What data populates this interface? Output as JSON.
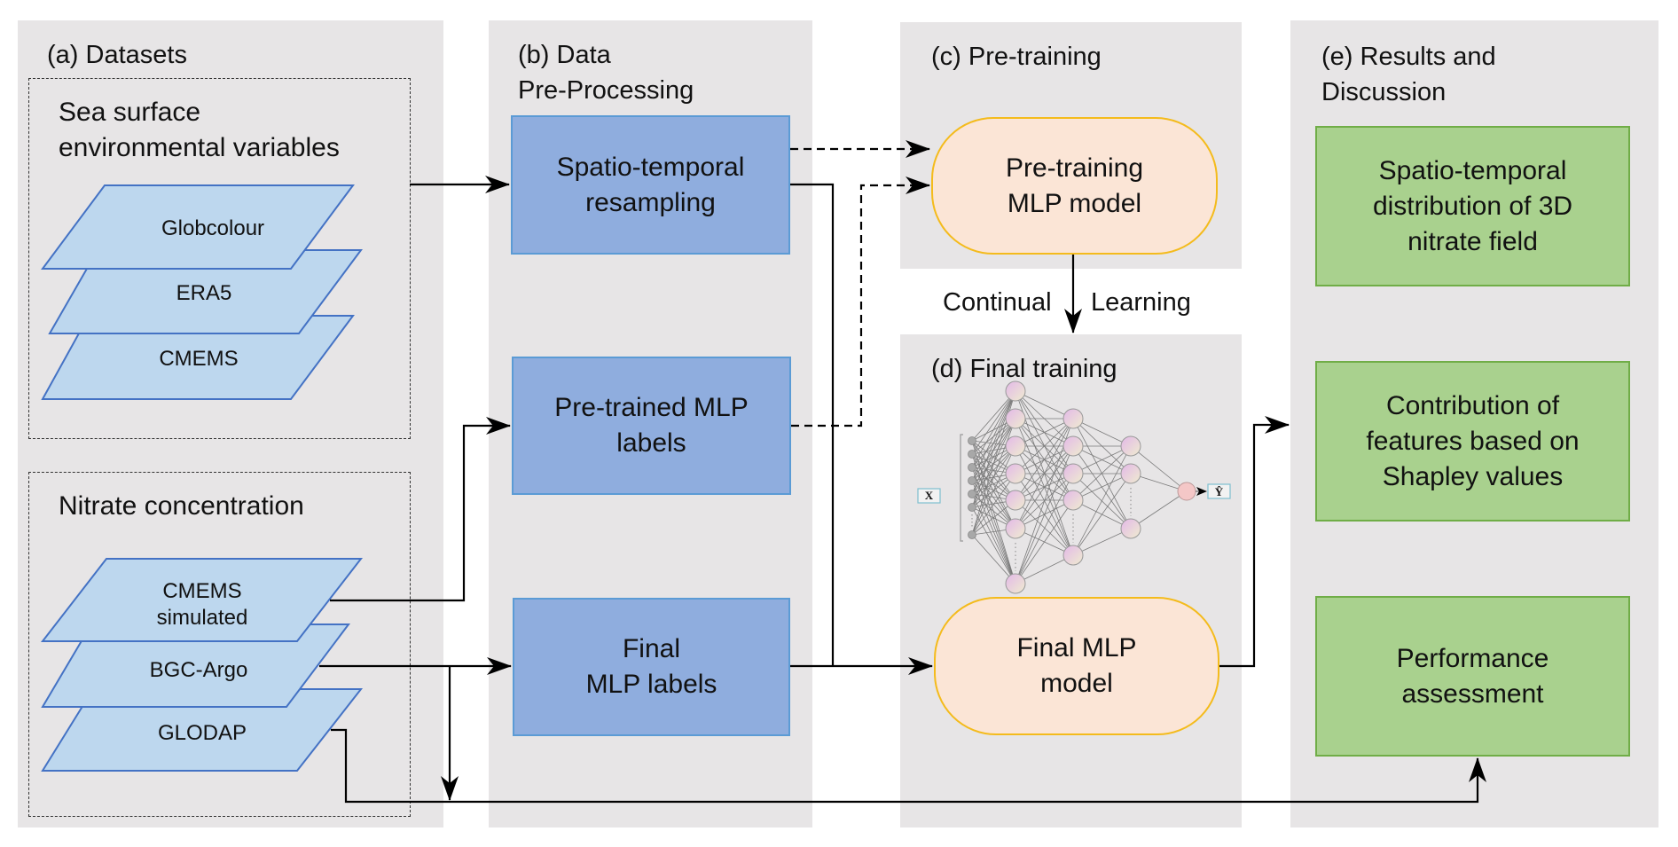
{
  "panels": {
    "a": {
      "title": "(a) Datasets",
      "groups": [
        {
          "title": "Sea surface\nenvironmental variables",
          "layers": [
            "Globcolour",
            "ERA5",
            "CMEMS"
          ]
        },
        {
          "title": "Nitrate concentration",
          "layers": [
            "CMEMS\nsimulated",
            "BGC-Argo",
            "GLODAP"
          ]
        }
      ]
    },
    "b": {
      "title": "(b) Data\nPre-Processing",
      "boxes": [
        "Spatio-temporal\nresampling",
        "Pre-trained MLP\nlabels",
        "Final\nMLP labels"
      ]
    },
    "c": {
      "title": "(c) Pre-training",
      "model": "Pre-training\nMLP model"
    },
    "d": {
      "title": "(d) Final training",
      "model": "Final MLP\nmodel",
      "network": {
        "input_label": "X",
        "output_label": "Ŷ"
      }
    },
    "e": {
      "title": "(e) Results and\nDiscussion",
      "boxes": [
        "Spatio-temporal\ndistribution of 3D\nnitrate field",
        "Contribution of\nfeatures based on\nShapley values",
        "Performance\nassessment"
      ]
    }
  },
  "flow_labels": {
    "continual_left": "Continual",
    "continual_right": "Learning"
  },
  "colors": {
    "panel_bg": "#e7e5e6",
    "process_box": "#8fadde",
    "process_border": "#5b9bd5",
    "dataset_layer": "#bdd7ee",
    "dataset_border": "#4472c4",
    "model_fill": "#fbe5d6",
    "model_border": "#f4bb1c",
    "result_box": "#a9d18e",
    "result_border": "#70ad47"
  }
}
